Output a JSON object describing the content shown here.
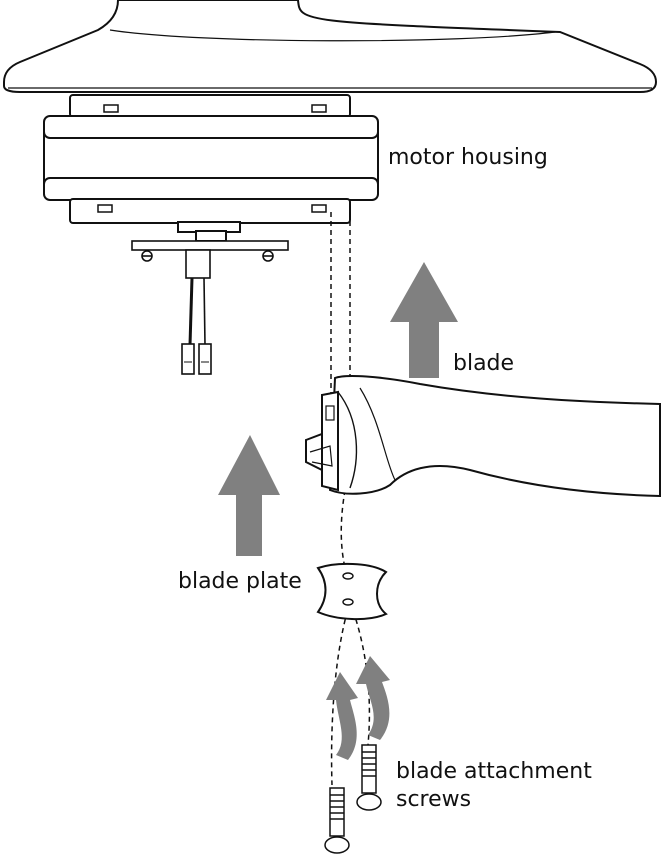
{
  "labels": {
    "motor_housing": "motor housing",
    "blade": "blade",
    "blade_plate": "blade plate",
    "screws_line1": "blade attachment",
    "screws_line2": "screws"
  },
  "colors": {
    "line": "#111111",
    "arrow": "#808080",
    "fill": "#ffffff"
  },
  "icons": [
    "up-arrow-icon",
    "curved-arrow-icon"
  ]
}
